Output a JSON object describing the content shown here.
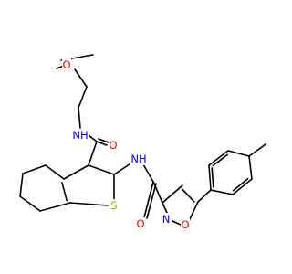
{
  "diagram": {
    "type": "chemical-structure",
    "atom_labels": {
      "ether_O": "O",
      "amide1_NH": "NH",
      "amide1_O": "O",
      "amide2_NH": "NH",
      "thiophene_S": "S",
      "amide2_O": "O",
      "isoxazole_N": "N",
      "isoxazole_O": "O"
    },
    "colors": {
      "bond": "#000000",
      "carbon": "#000000",
      "oxygen": "#ff0000",
      "nitrogen": "#0000ff",
      "sulfur": "#b8a100"
    }
  }
}
